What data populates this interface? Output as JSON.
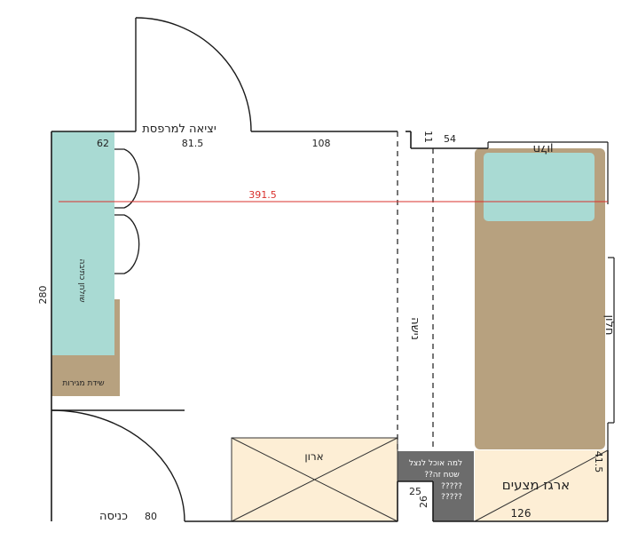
{
  "colors": {
    "wall": "#1a1a1a",
    "desk_teal": "#a9dad3",
    "brown": "#b7a17f",
    "cream": "#fdeed5",
    "dark_gray": "#6c6c6c",
    "red_line": "#d9302c",
    "white": "#ffffff"
  },
  "labels": {
    "balcony_exit": "יציאה למרפסת",
    "entrance": "כניסה",
    "study_desk": "שולחן כתיבה",
    "drawer_dresser": "שידת מגירות",
    "closet": "ארון",
    "bedding_closet": "ארגז מצעים",
    "question_line1": "למה אוכל לנצל",
    "question_line2": "שטח זה??",
    "question_line3": "?????",
    "question_line4": "?????",
    "sliding_door": "נישה",
    "window_top": "חלון",
    "window_right": "חלון"
  },
  "dimensions": {
    "room_height": "280",
    "desk_width": "62",
    "balcony_door": "81.5",
    "wall_segment": "108",
    "pillar": "11",
    "bed_gap": "54",
    "full_width": "391.5",
    "entrance_door": "80",
    "niche_25": "25",
    "niche_26": "26",
    "bedding_width": "126",
    "bedding_depth": "41.5"
  }
}
